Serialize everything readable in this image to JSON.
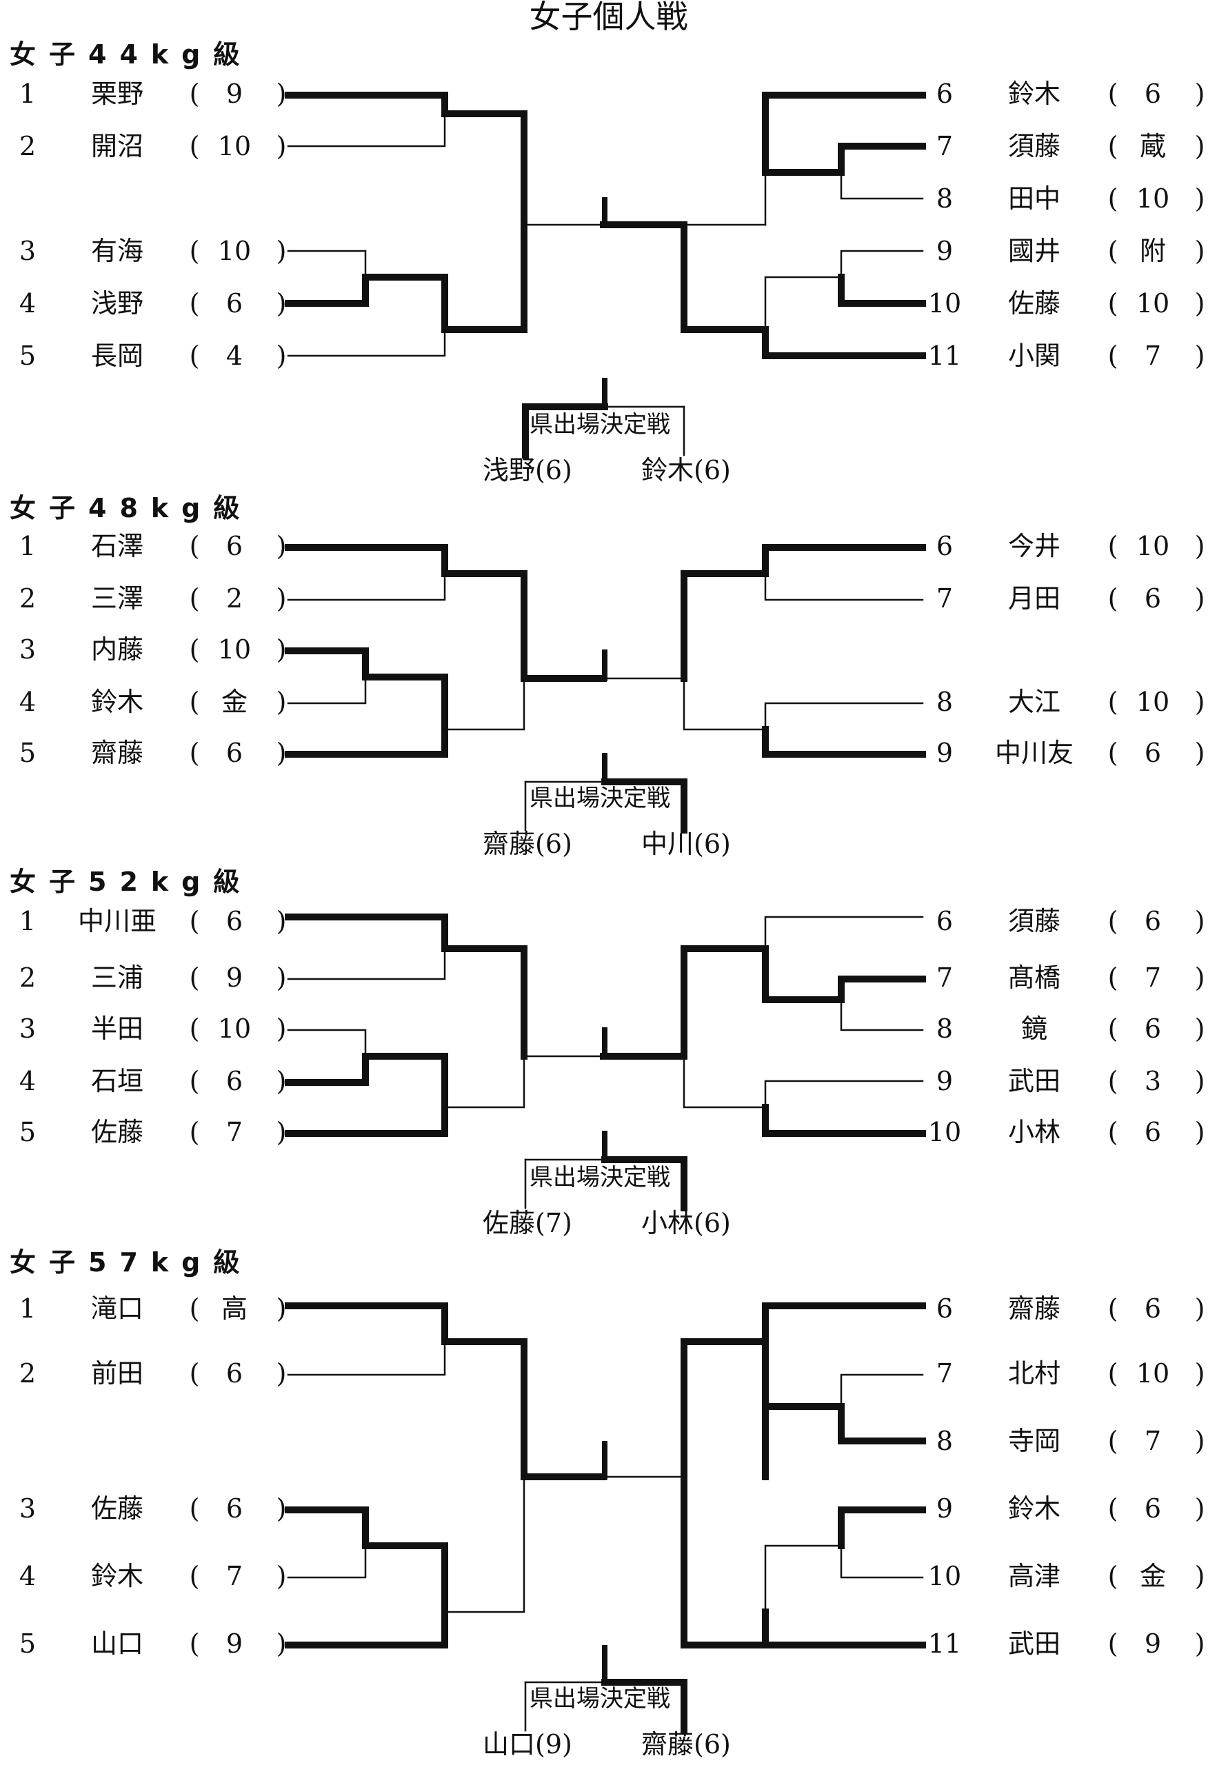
{
  "title": "女子個人戦",
  "brackets": [
    {
      "category": "女子44kg級",
      "left": [
        {
          "no": "1",
          "name": "栗野",
          "team": "9"
        },
        {
          "no": "2",
          "name": "開沼",
          "team": "10"
        },
        {
          "no": "3",
          "name": "有海",
          "team": "10"
        },
        {
          "no": "4",
          "name": "浅野",
          "team": "6"
        },
        {
          "no": "5",
          "name": "長岡",
          "team": "4"
        }
      ],
      "right": [
        {
          "no": "6",
          "name": "鈴木",
          "team": "6"
        },
        {
          "no": "7",
          "name": "須藤",
          "team": "蔵"
        },
        {
          "no": "8",
          "name": "田中",
          "team": "10"
        },
        {
          "no": "9",
          "name": "國井",
          "team": "附"
        },
        {
          "no": "10",
          "name": "佐藤",
          "team": "10"
        },
        {
          "no": "11",
          "name": "小関",
          "team": "7"
        }
      ],
      "playoff_label": "県出場決定戦",
      "playoff_left": "浅野(6)",
      "playoff_right": "鈴木(6)"
    },
    {
      "category": "女子48kg級",
      "left": [
        {
          "no": "1",
          "name": "石澤",
          "team": "6"
        },
        {
          "no": "2",
          "name": "三澤",
          "team": "2"
        },
        {
          "no": "3",
          "name": "内藤",
          "team": "10"
        },
        {
          "no": "4",
          "name": "鈴木",
          "team": "金"
        },
        {
          "no": "5",
          "name": "齋藤",
          "team": "6"
        }
      ],
      "right": [
        {
          "no": "6",
          "name": "今井",
          "team": "10"
        },
        {
          "no": "7",
          "name": "月田",
          "team": "6"
        },
        {
          "no": "8",
          "name": "大江",
          "team": "10"
        },
        {
          "no": "9",
          "name": "中川友",
          "team": "6"
        }
      ],
      "playoff_label": "県出場決定戦",
      "playoff_left": "齋藤(6)",
      "playoff_right": "中川(6)"
    },
    {
      "category": "女子52kg級",
      "left": [
        {
          "no": "1",
          "name": "中川亜",
          "team": "6"
        },
        {
          "no": "2",
          "name": "三浦",
          "team": "9"
        },
        {
          "no": "3",
          "name": "半田",
          "team": "10"
        },
        {
          "no": "4",
          "name": "石垣",
          "team": "6"
        },
        {
          "no": "5",
          "name": "佐藤",
          "team": "7"
        }
      ],
      "right": [
        {
          "no": "6",
          "name": "須藤",
          "team": "6"
        },
        {
          "no": "7",
          "name": "髙橋",
          "team": "7"
        },
        {
          "no": "8",
          "name": "鏡",
          "team": "6"
        },
        {
          "no": "9",
          "name": "武田",
          "team": "3"
        },
        {
          "no": "10",
          "name": "小林",
          "team": "6"
        }
      ],
      "playoff_label": "県出場決定戦",
      "playoff_left": "佐藤(7)",
      "playoff_right": "小林(6)"
    },
    {
      "category": "女子57kg級",
      "left": [
        {
          "no": "1",
          "name": "滝口",
          "team": "高"
        },
        {
          "no": "2",
          "name": "前田",
          "team": "6"
        },
        {
          "no": "3",
          "name": "佐藤",
          "team": "6"
        },
        {
          "no": "4",
          "name": "鈴木",
          "team": "7"
        },
        {
          "no": "5",
          "name": "山口",
          "team": "9"
        }
      ],
      "right": [
        {
          "no": "6",
          "name": "齋藤",
          "team": "6"
        },
        {
          "no": "7",
          "name": "北村",
          "team": "10"
        },
        {
          "no": "8",
          "name": "寺岡",
          "team": "7"
        },
        {
          "no": "9",
          "name": "鈴木",
          "team": "6"
        },
        {
          "no": "10",
          "name": "高津",
          "team": "金"
        },
        {
          "no": "11",
          "name": "武田",
          "team": "9"
        }
      ],
      "playoff_label": "県出場決定戦",
      "playoff_left": "山口(9)",
      "playoff_right": "齋藤(6)"
    }
  ]
}
